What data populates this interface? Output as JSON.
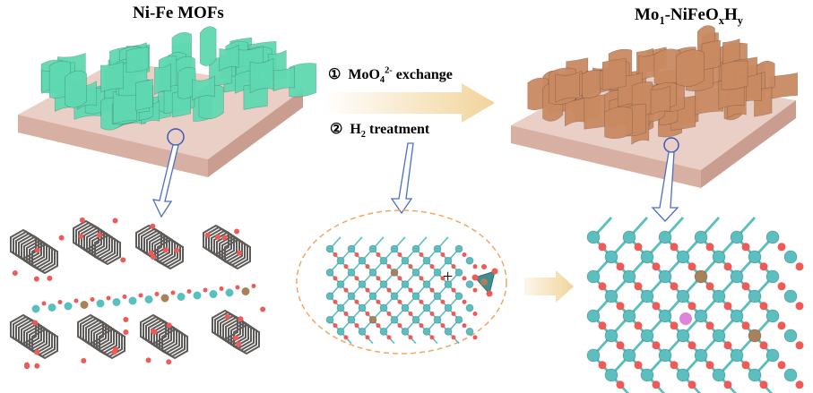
{
  "titles": {
    "left": "Ni-Fe MOFs",
    "right_main": "Mo",
    "right_sub1": "1",
    "right_mid": "-NiFeO",
    "right_sub2": "x",
    "right_mid2": "H",
    "right_sub3": "y"
  },
  "steps": {
    "step1_num": "①",
    "step1_a": "MoO",
    "step1_sub": "4",
    "step1_sup": "2-",
    "step1_b": " exchange",
    "step2_num": "②",
    "step2_a": "H",
    "step2_sub": "2",
    "step2_b": " treatment"
  },
  "plus": "+",
  "colors": {
    "mof_sheet": "#5fd9b1",
    "oxide_sheet": "#c98a62",
    "substrate": "#dcb7ab",
    "arrow": "#f2d49a",
    "hollow_arrow": "#4a6fc4",
    "ni_fe": "#5bbfc0",
    "oxygen": "#ee5a55",
    "mo": "#a8825a",
    "carbon": "#5e5a58",
    "dashed_ellipse": "#f0a860"
  }
}
